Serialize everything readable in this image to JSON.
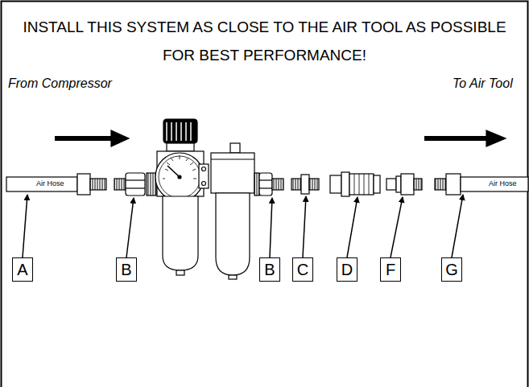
{
  "diagram": {
    "title": "INSTALL THIS SYSTEM AS CLOSE TO THE AIR TOOL AS POSSIBLE FOR BEST PERFORMANCE!",
    "nodes": [
      {
        "text": [
          "A"
        ]
      },
      {
        "text": [
          "B"
        ]
      },
      {
        "text": [
          "B"
        ]
      },
      {
        "text": [
          "C"
        ]
      },
      {
        "text": [
          "D"
        ]
      },
      {
        "text": [
          "F"
        ]
      },
      {
        "text": [
          "G"
        ]
      }
    ],
    "labels": [
      "From Compressor",
      "To Air Tool",
      "Air Hose",
      "Air Hose"
    ]
  }
}
